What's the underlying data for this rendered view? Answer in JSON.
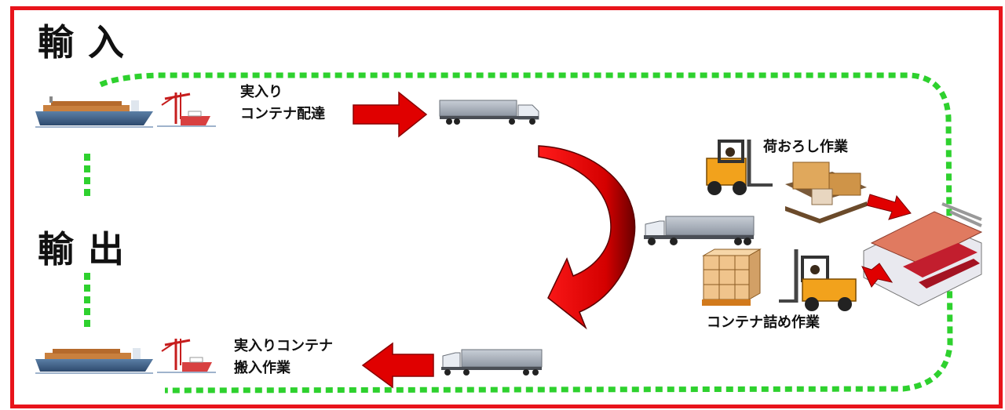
{
  "sections": {
    "import_title": "輸入",
    "export_title": "輸出"
  },
  "steps": {
    "import_delivery_line1": "実入り",
    "import_delivery_line2": "コンテナ配達",
    "unloading": "荷おろし作業",
    "stuffing": "コンテナ詰め作業",
    "export_carry_in_line1": "実入りコンテナ",
    "export_carry_in_line2": "搬入作業"
  },
  "colors": {
    "frame": "#e8141b",
    "loop": "#2ed12e",
    "arrow": "#e00000",
    "arrow_dark": "#7a0000",
    "forklift": "#f2a21c",
    "box": "#d9a45a"
  },
  "icons": [
    "container-ship-icon",
    "gantry-crane-icon",
    "container-truck-icon",
    "forklift-icon",
    "cargo-boxes-icon",
    "warehouse-icon"
  ]
}
